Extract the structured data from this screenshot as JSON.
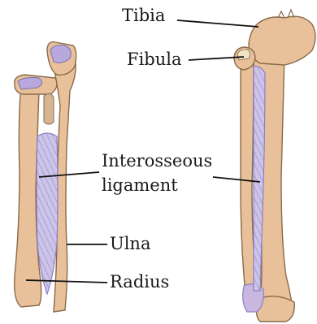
{
  "labels": {
    "tibia": "Tibia",
    "fibula": "Fibula",
    "interosseous_line1": "Interosseous",
    "interosseous_line2": "ligament",
    "ulna": "Ulna",
    "radius": "Radius"
  },
  "colors": {
    "bone": "#e8c19a",
    "bone_outline": "#8a6a4a",
    "ligament": "#c6bde6",
    "cartilage": "#b7a9dc",
    "leader_line": "#111111"
  }
}
